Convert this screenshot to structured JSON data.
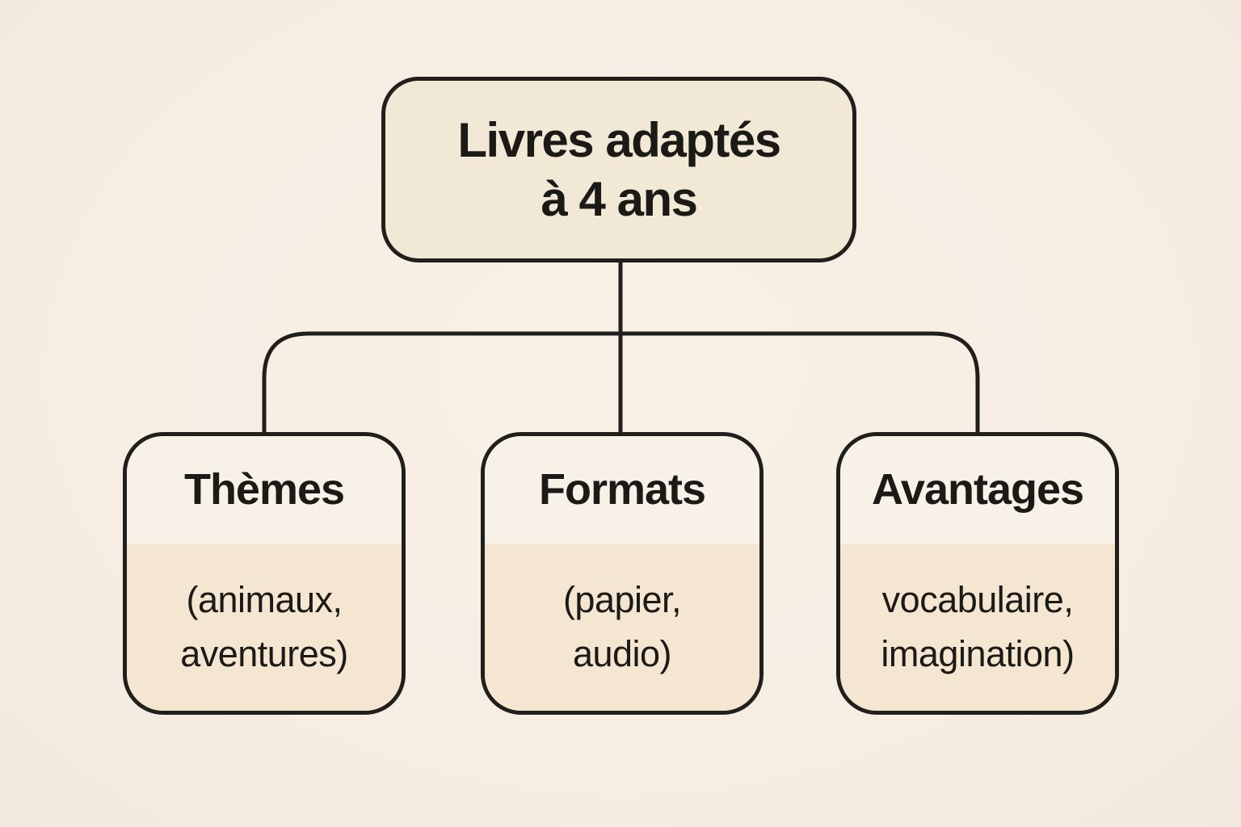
{
  "diagram": {
    "type": "flowchart",
    "root": {
      "label": "Livres adaptés à 4 ans",
      "line1": "Livres adaptés",
      "line2": "à 4 ans"
    },
    "children": [
      {
        "id": "themes",
        "title": "Thèmes",
        "detail": "(animaux, aventures)",
        "detail_line1": "(animaux,",
        "detail_line2": "aventures)"
      },
      {
        "id": "formats",
        "title": "Formats",
        "detail": "(papier, audio)",
        "detail_line1": "(papier,",
        "detail_line2": "audio)"
      },
      {
        "id": "avantages",
        "title": "Avantages",
        "detail": "vocabulaire, imagination)",
        "detail_line1": "vocabulaire,",
        "detail_line2": "imagination)"
      }
    ],
    "colors": {
      "background": "#f6eee3",
      "root_box_fill": "#f2e8d6",
      "child_header_fill": "#f8f1e7",
      "child_body_fill": "#f4e6d0",
      "stroke": "#211f1c",
      "text": "#1c1a17"
    }
  }
}
